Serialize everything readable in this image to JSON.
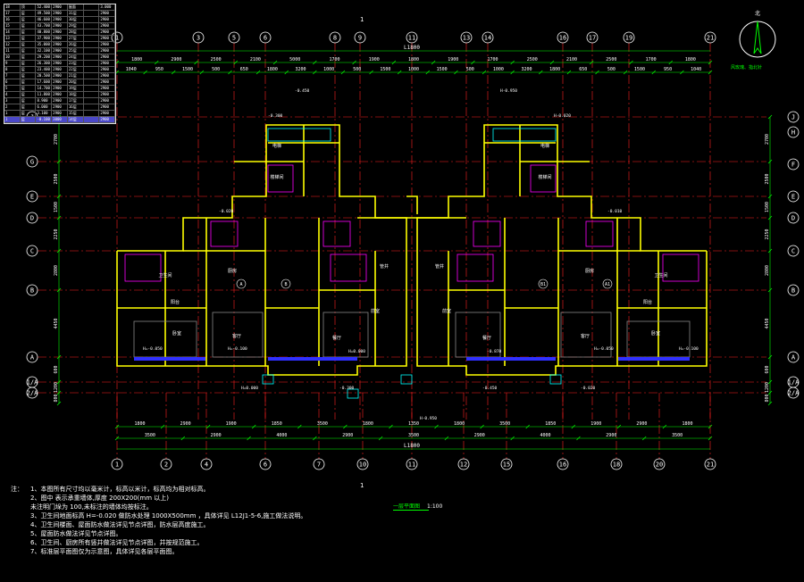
{
  "legend": {
    "rows": [
      [
        "18",
        "顶",
        "52.400",
        "2900",
        "屋面",
        "",
        "3.000"
      ],
      [
        "17",
        "层",
        "49.500",
        "2900",
        "31层",
        "",
        "2900"
      ],
      [
        "16",
        "层",
        "46.600",
        "2900",
        "30层",
        "",
        "2900"
      ],
      [
        "15",
        "层",
        "43.700",
        "2900",
        "29层",
        "",
        "2900"
      ],
      [
        "14",
        "层",
        "40.800",
        "2900",
        "28层",
        "",
        "2900"
      ],
      [
        "13",
        "层",
        "37.900",
        "2900",
        "27层",
        "",
        "2900"
      ],
      [
        "12",
        "层",
        "35.000",
        "2900",
        "26层",
        "",
        "2900"
      ],
      [
        "11",
        "层",
        "32.100",
        "2900",
        "25层",
        "",
        "2900"
      ],
      [
        "10",
        "层",
        "29.200",
        "2900",
        "24层",
        "",
        "2900"
      ],
      [
        "9",
        "层",
        "26.300",
        "2900",
        "23层",
        "",
        "2900"
      ],
      [
        "8",
        "层",
        "23.400",
        "2900",
        "22层",
        "",
        "2900"
      ],
      [
        "7",
        "层",
        "20.500",
        "2900",
        "21层",
        "",
        "2900"
      ],
      [
        "6",
        "层",
        "17.600",
        "2900",
        "20层",
        "",
        "2900"
      ],
      [
        "5",
        "层",
        "14.700",
        "2900",
        "19层",
        "",
        "2900"
      ],
      [
        "4",
        "层",
        "11.800",
        "2900",
        "18层",
        "",
        "2900"
      ],
      [
        "3",
        "层",
        "8.900",
        "2900",
        "17层",
        "",
        "2900"
      ],
      [
        "2",
        "层",
        "6.000",
        "2900",
        "16层",
        "",
        "2900"
      ],
      [
        "1",
        "层",
        "3.100",
        "2900",
        "15层",
        "",
        "2900"
      ],
      [
        "1",
        "层",
        "-0.100",
        "3000",
        "14层",
        "",
        "2900"
      ]
    ]
  },
  "north": {
    "label": "北",
    "note": "风玫瑰、指北针"
  },
  "grid": {
    "top_axes": [
      "1",
      "3",
      "5",
      "6",
      "8",
      "9",
      "11",
      "13",
      "14",
      "16",
      "17",
      "19",
      "21"
    ],
    "bottom_axes": [
      "1",
      "2",
      "4",
      "6",
      "7",
      "10",
      "11",
      "12",
      "15",
      "16",
      "18",
      "20",
      "21"
    ],
    "left_axes": [
      "J",
      "G",
      "E",
      "D",
      "C",
      "B",
      "A",
      "1/A",
      "2/A"
    ],
    "right_axes": [
      "J",
      "H",
      "F",
      "E",
      "D",
      "C",
      "B",
      "A",
      "1/A",
      "2/A"
    ],
    "total_top": "L1800",
    "total_bottom": "L1800",
    "section_mark": "1"
  },
  "dims": {
    "top_row1": [
      "1800",
      "2900",
      "2500",
      "2100",
      "5000",
      "1700",
      "1900",
      "1800",
      "1900",
      "1700",
      "2500",
      "2100",
      "2500",
      "1700",
      "1800"
    ],
    "top_row2": [
      "1040",
      "950",
      "1500",
      "500",
      "650",
      "1800",
      "3200",
      "1000",
      "500",
      "1500",
      "1000",
      "1500",
      "500",
      "1000",
      "3200",
      "1800",
      "650",
      "500",
      "1500",
      "950",
      "1040"
    ],
    "bottom_row1": [
      "1800",
      "2900",
      "1900",
      "1850",
      "3500",
      "1800",
      "1350",
      "1800",
      "3500",
      "1850",
      "1900",
      "2900",
      "1800"
    ],
    "bottom_row2": [
      "3500",
      "2900",
      "4000",
      "2900",
      "3500",
      "2900",
      "4000",
      "2900",
      "3500"
    ],
    "left_vert": [
      "2700",
      "2500",
      "1500",
      "2250",
      "2800",
      "4450",
      "600",
      "1200",
      "800"
    ],
    "right_vert": [
      "2700",
      "2500",
      "1500",
      "2250",
      "2800",
      "4450",
      "600",
      "1200",
      "800"
    ]
  },
  "rooms": {
    "units": [
      "A",
      "B",
      "B1",
      "A1"
    ],
    "labels": [
      "卧室",
      "卫生间",
      "厨房",
      "客厅",
      "餐厅",
      "阳台",
      "电梯",
      "楼梯间",
      "前室",
      "管井"
    ],
    "elevations": [
      "H=-0.050",
      "H=-0.100",
      "H=0.000",
      "-0.020",
      "-0.300",
      "-0.450",
      "H-0.950",
      "H-0.020",
      "-0.010",
      "-0.870"
    ]
  },
  "notes": {
    "label": "注：",
    "items": [
      "1、本图所有尺寸均以毫米计，标高以米计，标高均为相对标高。",
      "2、图中         表示承重墙体,厚度     200X200(mm 以上)",
      "   未注明门垛为       100,未标注的墙体均按标注。",
      "3、卫生间地面标高   H=-0.020       做防水处理    1000X500mm   ，具体详见     L12J1-5-6,施工做法说明。",
      "4、卫生间楼面、屋面防水做法详见节点详图，防水层高度施工。",
      "5、屋面防水做法详见节点详图。",
      "6、卫生间、厨房所有竖井做法详见节点详图，并按规范施工。",
      "7、标准层平面图仅为示意图，具体详见各层平面图。"
    ]
  },
  "sheet": {
    "title": "一层平面图",
    "scale": "1:100"
  },
  "colors": {
    "bg": "#000000",
    "grid": "#ff2020",
    "wall": "#ffff00",
    "dim": "#00ff00",
    "text": "#ffffff",
    "magenta": "#ff00ff",
    "cyan": "#00ffff",
    "blue": "#3030ff"
  }
}
